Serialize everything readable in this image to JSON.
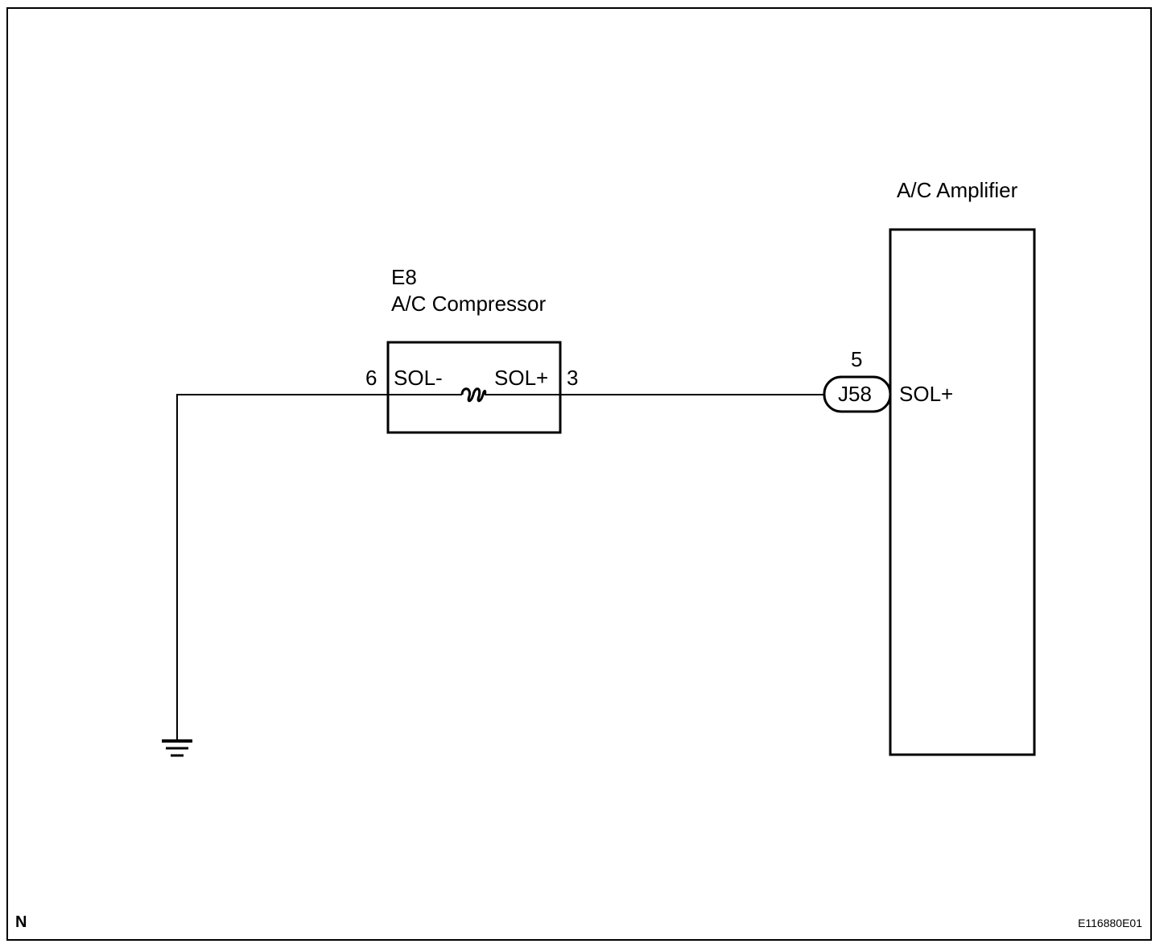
{
  "diagram": {
    "compressor": {
      "code": "E8",
      "name": "A/C Compressor",
      "pin_left": "6",
      "pin_right": "3",
      "term_left": "SOL-",
      "term_right": "SOL+"
    },
    "amplifier": {
      "name": "A/C Amplifier",
      "connector": "J58",
      "pin": "5",
      "term": "SOL+"
    },
    "footer": {
      "left": "N",
      "right": "E116880E01"
    }
  }
}
